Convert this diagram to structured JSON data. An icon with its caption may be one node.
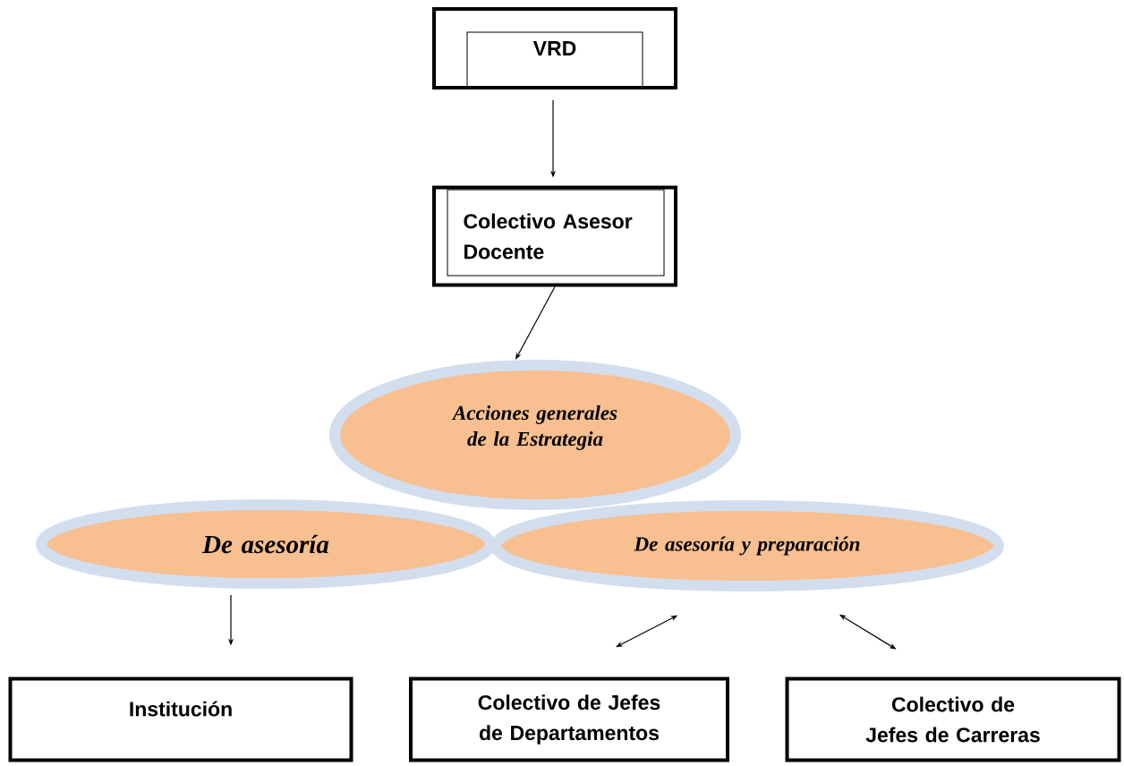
{
  "diagram": {
    "nodes": [
      {
        "text": [
          "VRD"
        ]
      },
      {
        "text": [
          "Colectivo Asesor Docente"
        ]
      },
      {
        "text": [
          "Acciones generales de la Estrategia"
        ]
      },
      {
        "text": [
          "De asesoría"
        ]
      },
      {
        "text": [
          "De asesoría y preparación"
        ]
      },
      {
        "text": [
          "Institución"
        ]
      },
      {
        "text": [
          "Colectivo de Jefes de Departamentos"
        ]
      },
      {
        "text": [
          "Colectivo de Jefes de Carreras"
        ]
      }
    ],
    "edges": [
      {
        "from": 0,
        "to": 1,
        "arrow": "to"
      },
      {
        "from": 1,
        "to": 2,
        "arrow": "to"
      },
      {
        "from": 3,
        "to": 5,
        "arrow": "to"
      },
      {
        "from": 4,
        "to": 6,
        "arrow": "both"
      },
      {
        "from": 4,
        "to": 7,
        "arrow": "both"
      }
    ]
  }
}
